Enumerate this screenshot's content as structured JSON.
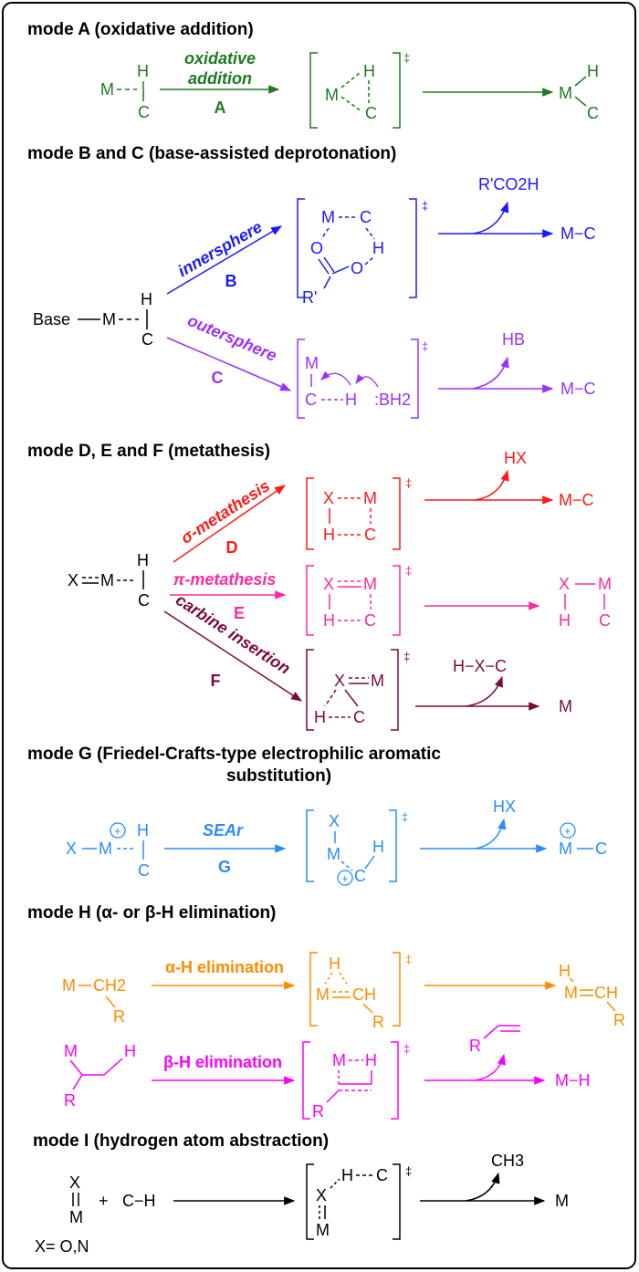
{
  "colors": {
    "modeA": "#1f7a1f",
    "modeB": "#1a1aff",
    "modeC": "#9b30ff",
    "modeD": "#ff1a1a",
    "modeE": "#ff2a9a",
    "modeF": "#7a0a3c",
    "modeG": "#2a8cff",
    "modeH_alpha": "#ff8c00",
    "modeH_beta": "#ff00ff",
    "modeI": "#000000"
  },
  "headers": {
    "a": "mode A (oxidative addition)",
    "bc": "mode B and C (base-assisted deprotonation)",
    "def": "mode D, E and F (metathesis)",
    "g1": "mode G (Friedel-Crafts-type electrophilic aromatic",
    "g2": "substitution)",
    "h": "mode H (α- or β-H elimination)",
    "i": "mode I (hydrogen atom abstraction)"
  },
  "modeA": {
    "arrow_label_1": "oxidative",
    "arrow_label_2": "addition",
    "letter": "A",
    "M": "M",
    "H": "H",
    "C": "C",
    "dagger": "‡"
  },
  "modeBC": {
    "base": "Base",
    "M": "M",
    "H": "H",
    "C": "C",
    "inner_label": "innersphere",
    "inner_letter": "B",
    "outer_label": "outersphere",
    "outer_letter": "C",
    "O": "O",
    "R_prime": "R'",
    "acid": "R'CO2H",
    "HB": "HB",
    "B_sym": ":BH2",
    "product": "M−C",
    "dagger": "‡"
  },
  "modeDEF": {
    "X": "X",
    "M": "M",
    "H": "H",
    "C": "C",
    "sigma_label": "σ-metathesis",
    "sigma_letter": "D",
    "pi_label": "π-metathesis",
    "pi_letter": "E",
    "carb_label": "carbine insertion",
    "carb_letter": "F",
    "HX": "HX",
    "product_MC": "M−C",
    "product_HXC": "H−X−C",
    "dagger": "‡"
  },
  "modeG": {
    "X": "X",
    "M": "M",
    "H": "H",
    "C": "C",
    "label": "SEAr",
    "letter": "G",
    "HX": "HX",
    "plus": "+",
    "dagger": "‡"
  },
  "modeH": {
    "alpha_label": "α-H elimination",
    "beta_label": "β-H elimination",
    "M": "M",
    "CH2": "CH2",
    "CH": "CH",
    "R": "R",
    "H": "H",
    "product_beta": "M−H",
    "dagger": "‡"
  },
  "modeI": {
    "X": "X",
    "M": "M",
    "plus": "+",
    "CH": "C−H",
    "H": "H",
    "C": "C",
    "CH3": "CH3",
    "product": "M",
    "legend": "X= O,N",
    "dagger": "‡"
  }
}
